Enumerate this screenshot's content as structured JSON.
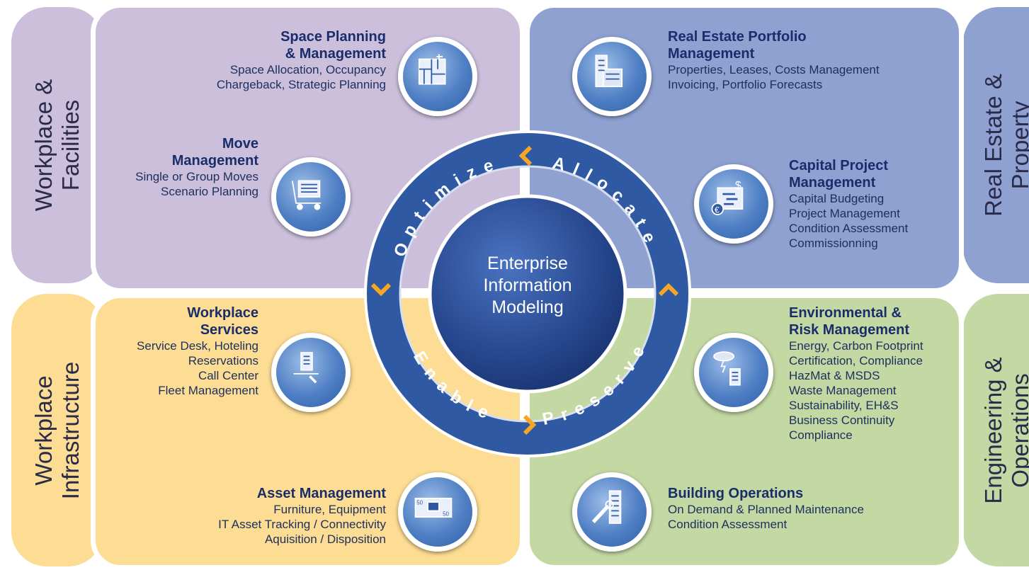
{
  "side_labels": {
    "top_left": [
      "Workplace &",
      "Facilities"
    ],
    "bottom_left": [
      "Workplace",
      "Infrastructure"
    ],
    "top_right": [
      "Real Estate &",
      "Property"
    ],
    "bottom_right": [
      "Engineering &",
      "Operations"
    ]
  },
  "center": {
    "lines": [
      "Enterprise",
      "Information",
      "Modeling"
    ]
  },
  "ring_words": [
    "Optimize",
    "Allocate",
    "Enable",
    "Preserve"
  ],
  "modules": {
    "space": {
      "title": [
        "Space Planning",
        "& Management"
      ],
      "lines": [
        "Space Allocation, Occupancy",
        "Chargeback, Strategic Planning"
      ]
    },
    "move": {
      "title": [
        "Move",
        "Management"
      ],
      "lines": [
        "Single or Group Moves",
        "Scenario Planning"
      ]
    },
    "realestate": {
      "title": [
        "Real Estate Portfolio",
        "Management"
      ],
      "lines": [
        "Properties, Leases, Costs Management",
        "Invoicing, Portfolio Forecasts"
      ]
    },
    "capital": {
      "title": [
        "Capital Project",
        "Management"
      ],
      "lines": [
        "Capital Budgeting",
        "Project Management",
        "Condition Assessment",
        "Commissionning"
      ]
    },
    "workplace": {
      "title": [
        "Workplace",
        "Services"
      ],
      "lines": [
        "Service Desk, Hoteling",
        "Reservations",
        "Call Center",
        "Fleet Management"
      ]
    },
    "asset": {
      "title": [
        "Asset Management"
      ],
      "lines": [
        "Furniture, Equipment",
        "IT Asset Tracking / Connectivity",
        "Aquisition / Disposition"
      ]
    },
    "environmental": {
      "title": [
        "Environmental &",
        "Risk Management"
      ],
      "lines": [
        "Energy, Carbon Footprint",
        "Certification, Compliance",
        "HazMat & MSDS",
        "Waste Management",
        "Sustainability, EH&S",
        "Business Continuity",
        "Compliance"
      ]
    },
    "building": {
      "title": [
        "Building Operations"
      ],
      "lines": [
        "On Demand & Planned Maintenance",
        "Condition Assessment"
      ]
    }
  },
  "icons": {
    "space": "floor-plan-icon",
    "move": "moving-cart-icon",
    "realestate": "office-buildings-icon",
    "capital": "budget-dollar-euro-icon",
    "workplace": "hotel-service-tray-icon",
    "asset": "banknote-computer-icon",
    "environmental": "storm-building-icon",
    "building": "wrench-building-icon"
  },
  "colors": {
    "purple": "#cbbfdb",
    "blue": "#8ea1d0",
    "orange": "#fddc93",
    "green": "#c3d8a3",
    "ring": "#2f5aa3",
    "center": "#25458c",
    "arrow": "#f5a623"
  }
}
